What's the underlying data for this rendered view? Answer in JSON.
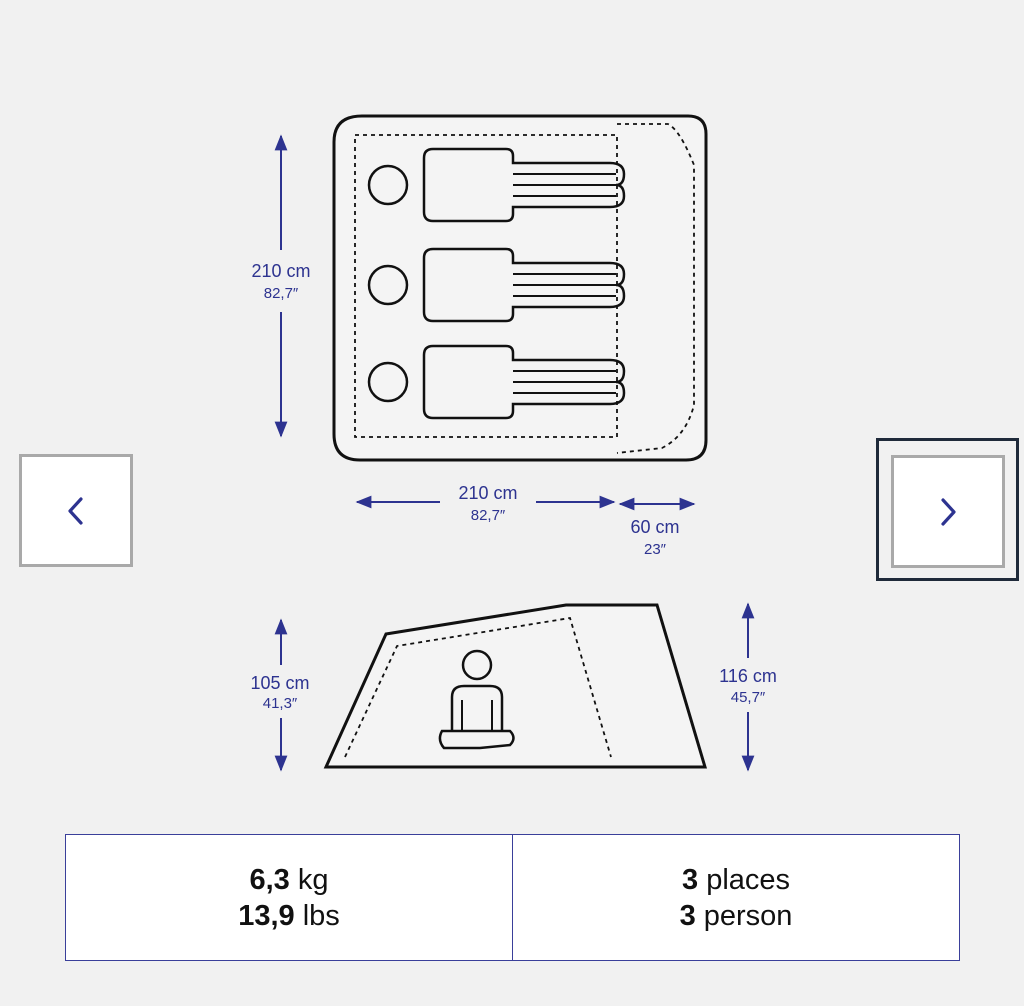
{
  "diagram": {
    "top_view": {
      "depth": {
        "cm": "210 cm",
        "in": "82,7″"
      },
      "width": {
        "cm": "210 cm",
        "in": "82,7″"
      },
      "vestibule": {
        "cm": "60 cm",
        "in": "23″"
      }
    },
    "side_view": {
      "rear_height": {
        "cm": "105 cm",
        "in": "41,3″"
      },
      "front_height": {
        "cm": "116 cm",
        "in": "45,7″"
      }
    }
  },
  "navigation": {
    "prev_icon": "chevron-left-icon",
    "next_icon": "chevron-right-icon"
  },
  "specs": {
    "weight_kg_value": "6,3",
    "weight_kg_unit": "kg",
    "weight_lbs_value": "13,9",
    "weight_lbs_unit": "lbs",
    "places_value": "3",
    "places_unit": "places",
    "person_value": "3",
    "person_unit": "person"
  },
  "colors": {
    "accent": "#2d3390",
    "background": "#f1f1f1",
    "outline": "#111111"
  }
}
